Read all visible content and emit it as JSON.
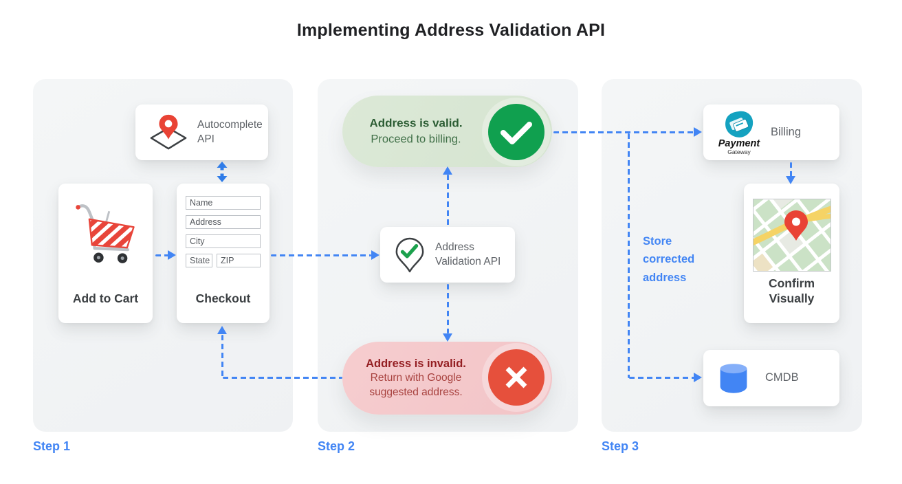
{
  "title": "Implementing Address Validation API",
  "step_labels": [
    "Step 1",
    "Step 2",
    "Step 3"
  ],
  "step1": {
    "autocomplete_card": {
      "label": "Autocomplete API"
    },
    "cart_card": {
      "label": "Add to Cart"
    },
    "checkout_card": {
      "label": "Checkout",
      "fields": [
        "Name",
        "Address",
        "City",
        "State",
        "ZIP"
      ]
    }
  },
  "step2": {
    "valid_pill": {
      "heading": "Address is valid.",
      "body": "Proceed to billing."
    },
    "validation_card": {
      "label": "Address Validation API"
    },
    "invalid_pill": {
      "heading": "Address is invalid.",
      "body": "Return with Google suggested address."
    }
  },
  "step3": {
    "billing_card": {
      "label": "Billing",
      "logo_title": "Payment",
      "logo_subtitle": "Gateway"
    },
    "confirm_card": {
      "label": "Confirm Visually"
    },
    "cmdb_card": {
      "label": "CMDB"
    },
    "annotation": "Store corrected address"
  },
  "colors": {
    "accent_blue": "#4285F4",
    "panel_bg": "#F1F3F4",
    "valid_pill_bg": "#D8E6D3",
    "valid_circle": "#10A04F",
    "valid_text": "#2B5C33",
    "invalid_pill_bg": "#F4C9CB",
    "invalid_circle": "#E6503C",
    "invalid_text": "#941E22",
    "pin_red": "#E94335",
    "db_blue": "#4285F4",
    "gateway_teal": "#14A2C0"
  }
}
